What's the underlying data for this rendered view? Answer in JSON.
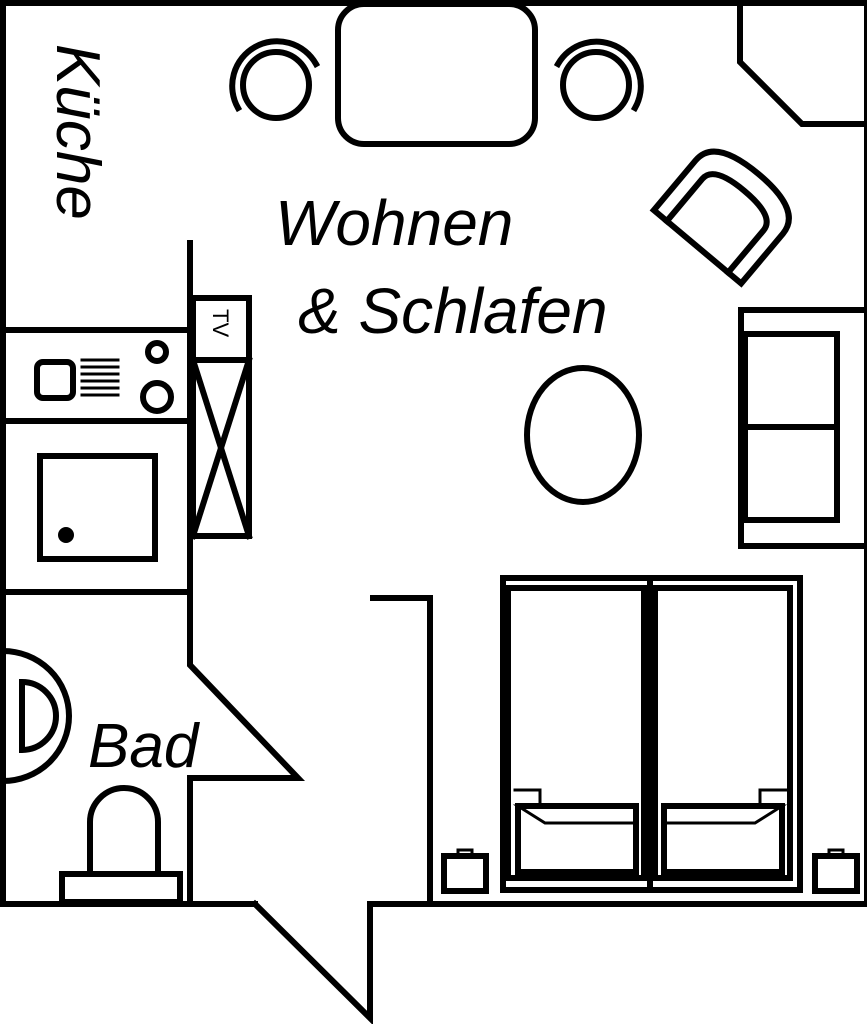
{
  "labels": {
    "kitchen": "Küche",
    "living_line1": "Wohnen",
    "living_line2": "& Schlafen",
    "bath": "Bad",
    "tv": "TV"
  },
  "colors": {
    "line": "#000000",
    "background": "#ffffff"
  }
}
